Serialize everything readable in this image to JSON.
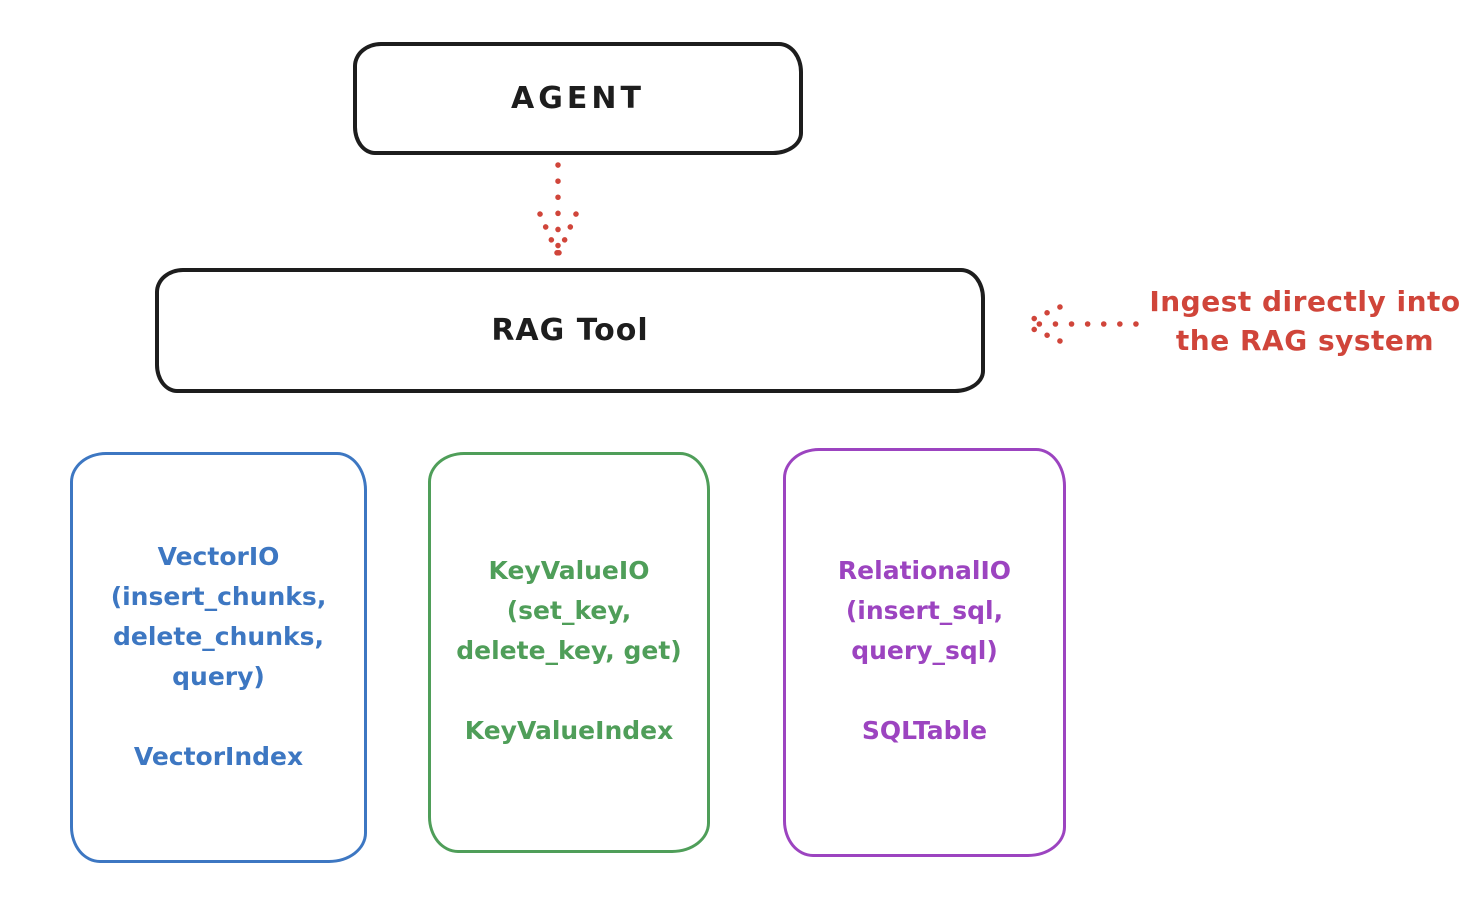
{
  "diagram": {
    "agent": {
      "label": "AGENT"
    },
    "rag_tool": {
      "label": "RAG Tool"
    },
    "ingest_annotation": {
      "line1": "Ingest directly into",
      "line2": "the RAG system"
    },
    "arrows": [
      {
        "name": "agent-to-rag-tool",
        "style": "dotted",
        "direction": "down",
        "color": "#d0453a"
      },
      {
        "name": "ingest-into-rag-tool",
        "style": "dotted",
        "direction": "left",
        "color": "#d0453a"
      }
    ],
    "io_boxes": [
      {
        "name": "VectorIO",
        "body_lines": [
          "VectorIO",
          "(insert_chunks,",
          "delete_chunks,",
          "query)"
        ],
        "footer": "VectorIndex",
        "color": "#3d77c2"
      },
      {
        "name": "KeyValueIO",
        "body_lines": [
          "KeyValueIO",
          "(set_key,",
          "delete_key, get)"
        ],
        "footer": "KeyValueIndex",
        "color": "#4f9e59"
      },
      {
        "name": "RelationalIO",
        "body_lines": [
          "RelationalIO",
          "(insert_sql,",
          "query_sql)"
        ],
        "footer": "SQLTable",
        "color": "#9c44c0"
      }
    ],
    "colors": {
      "ink": "#1d1d1d",
      "red": "#d0453a",
      "blue": "#3d77c2",
      "green": "#4f9e59",
      "purple": "#9c44c0",
      "background": "#ffffff"
    }
  }
}
